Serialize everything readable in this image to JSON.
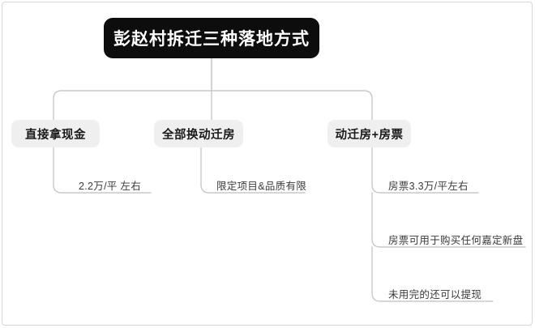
{
  "diagram": {
    "type": "tree",
    "title_node": {
      "label": "彭赵村拆迁三种落地方式",
      "style": "filled-dark",
      "bg_color": "#0d0d0d",
      "text_color": "#ffffff"
    },
    "branch_bg_color": "#efefef",
    "branch_text_color": "#1a1a1a",
    "connector_color": "#c9c9c9",
    "leaf_text_color": "#3a3a3a",
    "branches": [
      {
        "label": "直接拿现金",
        "leaves": [
          {
            "label": "2.2万/平 左右"
          }
        ]
      },
      {
        "label": "全部换动迁房",
        "leaves": [
          {
            "label": "限定项目&品质有限"
          }
        ]
      },
      {
        "label": "动迁房+房票",
        "leaves": [
          {
            "label": "房票3.3万/平左右"
          },
          {
            "label": "房票可用于购买任何嘉定新盘"
          },
          {
            "label": "未用完的还可以提现"
          }
        ]
      }
    ]
  }
}
